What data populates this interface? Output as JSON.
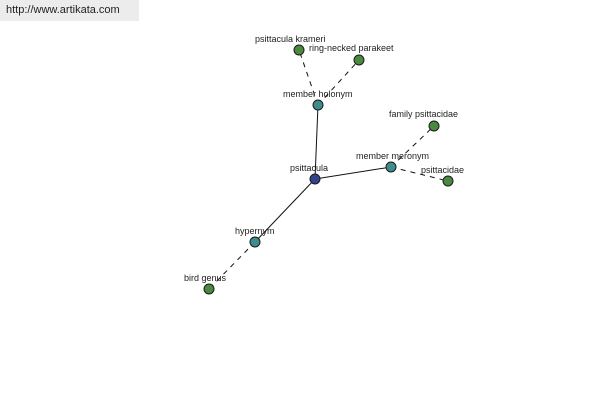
{
  "watermark": {
    "text": "http://www.artikata.com"
  },
  "colors": {
    "root": "#34448c",
    "relation": "#3f8c8c",
    "leaf": "#4a8a3e",
    "edge": "#111111",
    "watermark_bg": "#ececec"
  },
  "graph": {
    "nodes": [
      {
        "id": "psittacula",
        "label": "psittacula",
        "kind": "root"
      },
      {
        "id": "member_holonym",
        "label": "member holonym",
        "kind": "relation"
      },
      {
        "id": "member_meronym",
        "label": "member meronym",
        "kind": "relation"
      },
      {
        "id": "hypernym",
        "label": "hypernym",
        "kind": "relation"
      },
      {
        "id": "psittacula_krameri",
        "label": "psittacula krameri",
        "kind": "leaf"
      },
      {
        "id": "ring_necked_parakeet",
        "label": "ring-necked parakeet",
        "kind": "leaf"
      },
      {
        "id": "family_psittacidae",
        "label": "family psittacidae",
        "kind": "leaf"
      },
      {
        "id": "psittacidae",
        "label": "psittacidae",
        "kind": "leaf"
      },
      {
        "id": "bird_genus",
        "label": "bird genus",
        "kind": "leaf"
      }
    ],
    "edges": [
      {
        "from": "psittacula",
        "to": "member_holonym",
        "style": "solid"
      },
      {
        "from": "psittacula",
        "to": "member_meronym",
        "style": "solid"
      },
      {
        "from": "psittacula",
        "to": "hypernym",
        "style": "solid"
      },
      {
        "from": "member_holonym",
        "to": "psittacula_krameri",
        "style": "dashed"
      },
      {
        "from": "member_holonym",
        "to": "ring_necked_parakeet",
        "style": "dashed"
      },
      {
        "from": "member_meronym",
        "to": "family_psittacidae",
        "style": "dashed"
      },
      {
        "from": "member_meronym",
        "to": "psittacidae",
        "style": "dashed"
      },
      {
        "from": "hypernym",
        "to": "bird_genus",
        "style": "dashed"
      }
    ]
  }
}
